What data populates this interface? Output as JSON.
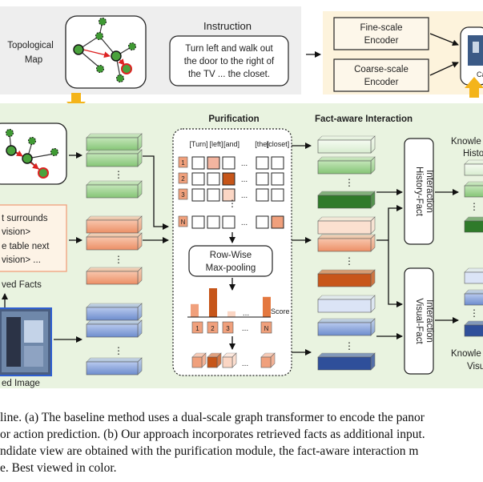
{
  "top_panel": {
    "topological_map_label": [
      "Topological",
      "Map"
    ],
    "instruction_title": "Instruction",
    "instruction_lines": [
      "Turn left and walk out",
      "the door to the right of",
      "the TV ... the closet."
    ],
    "fine_encoder": [
      "Fine-scale",
      "Encoder"
    ],
    "coarse_encoder": [
      "Coarse-scale",
      "Encoder"
    ],
    "cropped_label": "Ca"
  },
  "bottom_panel": {
    "facts_lines": [
      "t surrounds",
      "vision>",
      "e table next",
      "vision> ..."
    ],
    "retrieved_facts_label": "ved Facts",
    "image_label": "ed Image",
    "purification_title": "Purification",
    "token_headers": [
      "[Turn]",
      "[left]",
      "[and]",
      "[the]",
      "[closet]"
    ],
    "row_labels": [
      "1",
      "2",
      "3",
      "N"
    ],
    "rowwise_label": [
      "Row-Wise",
      "Max-pooling"
    ],
    "score_label": "Score",
    "bar_labels": [
      "1",
      "2",
      "3",
      "N"
    ],
    "ellipsis": "...",
    "vdots": "⋮",
    "fact_aware_title": "Fact-aware Interaction",
    "history_fact": [
      "History-Fact",
      "Interaction"
    ],
    "visual_fact": [
      "Visual-Fact",
      "Interaction"
    ],
    "knowledge_history": [
      "Knowle",
      "Histo"
    ],
    "knowledge_visual": [
      "Knowle",
      "Visu"
    ]
  },
  "caption_lines": [
    "line. (a) The baseline method uses a dual-scale graph transformer to encode the panor",
    "or action prediction. (b) Our approach incorporates retrieved facts as additional input.",
    "ndidate view are obtained with the purification module, the fact-aware interaction m",
    "e. Best viewed in color."
  ],
  "colors": {
    "top_bg": "#eeeeee",
    "encoder_bg": "#fdf3dc",
    "bottom_bg": "#e9f3e0",
    "green_block": "#93cd86",
    "orange_block": "#f0a07c",
    "blue_block": "#7f9cd6",
    "dark_green": "#2f7a2a",
    "dark_orange": "#c8561a",
    "dark_blue": "#2f4f9a",
    "arrow_gold": "#f4b41a"
  },
  "score_chart": {
    "values": [
      0.45,
      1.0,
      0.2,
      0.7
    ]
  }
}
